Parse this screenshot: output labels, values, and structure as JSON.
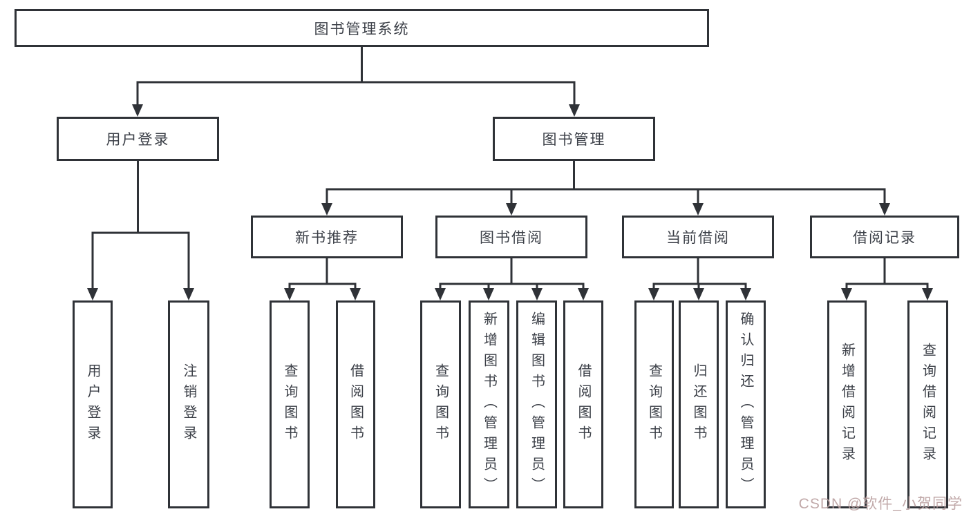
{
  "diagram": {
    "root": {
      "label": "图书管理系统"
    },
    "level2": [
      {
        "label": "用户登录"
      },
      {
        "label": "图书管理"
      }
    ],
    "level3": [
      {
        "label": "新书推荐"
      },
      {
        "label": "图书借阅"
      },
      {
        "label": "当前借阅"
      },
      {
        "label": "借阅记录"
      }
    ],
    "leaves": {
      "user_login": [
        "用户登录",
        "注销登录"
      ],
      "new_book": [
        "查询图书",
        "借阅图书"
      ],
      "borrow": [
        "查询图书",
        "新增图书（管理员）",
        "编辑图书（管理员）",
        "借阅图书"
      ],
      "current": [
        "查询图书",
        "归还图书",
        "确认归还（管理员）"
      ],
      "records": [
        "新增借阅记录",
        "查询借阅记录"
      ]
    },
    "colors": {
      "line": "#2f3237",
      "box_background": "#ffffff",
      "text": "#3c4048",
      "watermark": "#b99e9e"
    },
    "watermark": {
      "text": "CSDN @软件_小贺同学"
    }
  }
}
